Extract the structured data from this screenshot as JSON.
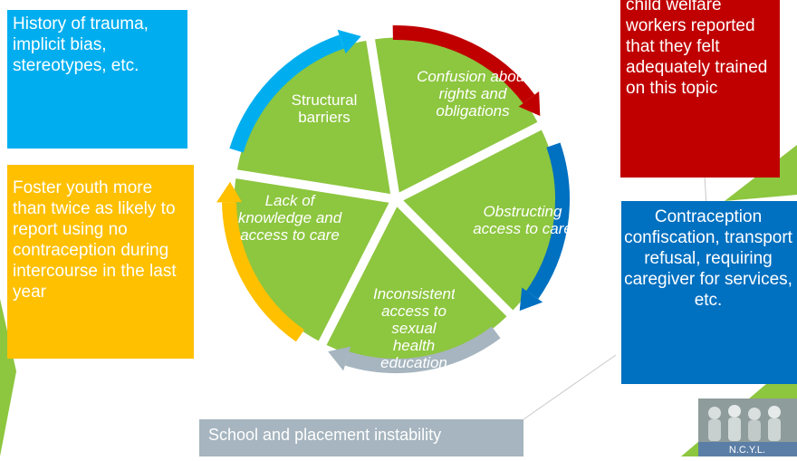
{
  "cycle": {
    "wedges": [
      {
        "label": "Structural barriers",
        "italic": false
      },
      {
        "label": "Confusion about rights and obligations",
        "italic": true
      },
      {
        "label": "Obstructing access to care",
        "italic": true
      },
      {
        "label": "Inconsistent access to sexual health education",
        "italic": true
      },
      {
        "label": "Lack of knowledge and access to care",
        "italic": true
      }
    ],
    "wedge_color": "#8dc63f",
    "arrow_colors": [
      "#00aeef",
      "#c00000",
      "#0070c0",
      "#a6b5bf",
      "#ffc000"
    ]
  },
  "callouts": {
    "history": "History of trauma, implicit bias, stereotypes, etc.",
    "foster": "Foster youth more than twice as likely to report using no contraception during intercourse in the last year",
    "training": "child welfare workers reported that they felt adequately trained on this topic",
    "contraception": "Contraception confiscation, transport refusal, requiring caregiver for services, etc.",
    "school": "School and placement instability"
  },
  "logo": {
    "text": "N.C.Y.L."
  },
  "colors": {
    "accent_green": "#8dc63f",
    "background": "#ffffff"
  }
}
